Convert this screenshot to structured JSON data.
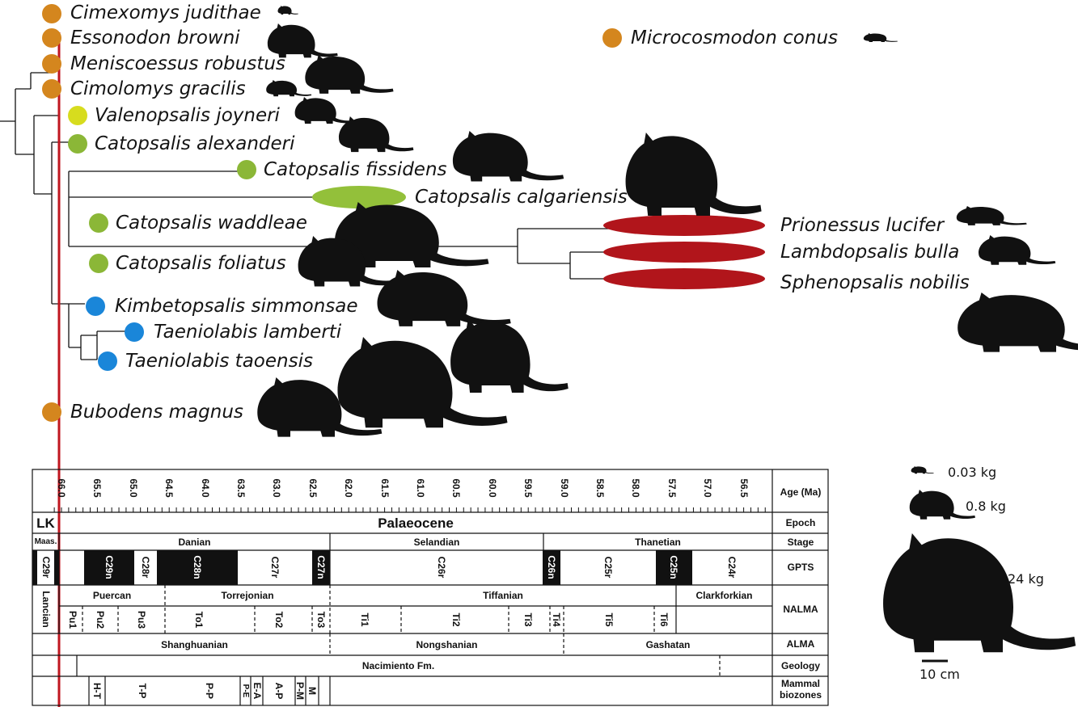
{
  "colors": {
    "orange": "#d4861e",
    "yellow": "#d7dc1e",
    "green": "#8bb737",
    "lightgreen": "#93c03a",
    "blue": "#1a86d9",
    "red": "#b1151b",
    "silhouette": "#111111"
  },
  "taxa": [
    {
      "id": "cimexomys",
      "name": "Cimexomys judithae",
      "color": "orange"
    },
    {
      "id": "essonodon",
      "name": "Essonodon browni",
      "color": "orange"
    },
    {
      "id": "meniscoessus",
      "name": "Meniscoessus robustus",
      "color": "orange"
    },
    {
      "id": "cimolomys",
      "name": "Cimolomys gracilis",
      "color": "orange"
    },
    {
      "id": "valenopsalis",
      "name": "Valenopsalis joyneri",
      "color": "yellow"
    },
    {
      "id": "alexanderi",
      "name": "Catopsalis alexanderi",
      "color": "green"
    },
    {
      "id": "fissidens",
      "name": "Catopsalis fissidens",
      "color": "green"
    },
    {
      "id": "calgariensis",
      "name": "Catopsalis calgariensis",
      "color": "lightgreen"
    },
    {
      "id": "waddleae",
      "name": "Catopsalis waddleae",
      "color": "green"
    },
    {
      "id": "foliatus",
      "name": "Catopsalis foliatus",
      "color": "green"
    },
    {
      "id": "kimbetopsalis",
      "name": "Kimbetopsalis simmonsae",
      "color": "blue"
    },
    {
      "id": "lamberti",
      "name": "Taeniolabis lamberti",
      "color": "blue"
    },
    {
      "id": "taoensis",
      "name": "Taeniolabis taoensis",
      "color": "blue"
    },
    {
      "id": "bubodens",
      "name": "Bubodens magnus",
      "color": "orange"
    },
    {
      "id": "microcosmodon",
      "name": "Microcosmodon conus",
      "color": "orange"
    },
    {
      "id": "prionessus",
      "name": "Prionessus lucifer",
      "color": "red"
    },
    {
      "id": "lambdopsalis",
      "name": "Lambdopsalis bulla",
      "color": "red"
    },
    {
      "id": "sphenopsalis",
      "name": "Sphenopsalis nobilis",
      "color": "red"
    }
  ],
  "timescale": {
    "ages": [
      "66.0",
      "65.5",
      "65.0",
      "64.5",
      "64.0",
      "63.5",
      "63.0",
      "62.5",
      "62.0",
      "61.5",
      "61.0",
      "60.5",
      "60.0",
      "59.5",
      "59.0",
      "58.5",
      "58.0",
      "57.5",
      "57.0",
      "56.5"
    ],
    "row_labels": {
      "age": "Age (Ma)",
      "epoch": "Epoch",
      "stage": "Stage",
      "gpts": "GPTS",
      "nalma": "NALMA",
      "alma": "ALMA",
      "geology": "Geology",
      "mammal_1": "Mammal",
      "mammal_2": "biozones"
    },
    "epoch": {
      "lk": "LK",
      "palaeocene": "Palaeocene"
    },
    "stages": {
      "maas": "Maas.",
      "danian": "Danian",
      "selandian": "Selandian",
      "thanetian": "Thanetian"
    },
    "gpts": [
      "C29r",
      "C29n",
      "C28r",
      "C28n",
      "C27r",
      "C27n",
      "C26r",
      "C26n",
      "C25r",
      "C25n",
      "C24r"
    ],
    "nalma": {
      "lancian": "Lancian",
      "puercan": "Puercan",
      "torrejonian": "Torrejonian",
      "tiffanian": "Tiffanian",
      "clarkforkian": "Clarkforkian"
    },
    "nalma_zones": [
      "Pu1",
      "Pu2",
      "Pu3",
      "To1",
      "To2",
      "To3",
      "Ti1",
      "Ti2",
      "Ti3",
      "Ti4",
      "Ti5",
      "Ti6"
    ],
    "alma": [
      "Shanghuanian",
      "Nongshanian",
      "Gashatan"
    ],
    "geology": "Nacimiento Fm.",
    "biozones": [
      "H-T",
      "T-P",
      "P-P",
      "P-E",
      "E-A",
      "A-P",
      "P-M",
      "M"
    ]
  },
  "scale": {
    "small": "0.03 kg",
    "medium": "0.8 kg",
    "large": "24 kg",
    "bar": "10 cm"
  }
}
